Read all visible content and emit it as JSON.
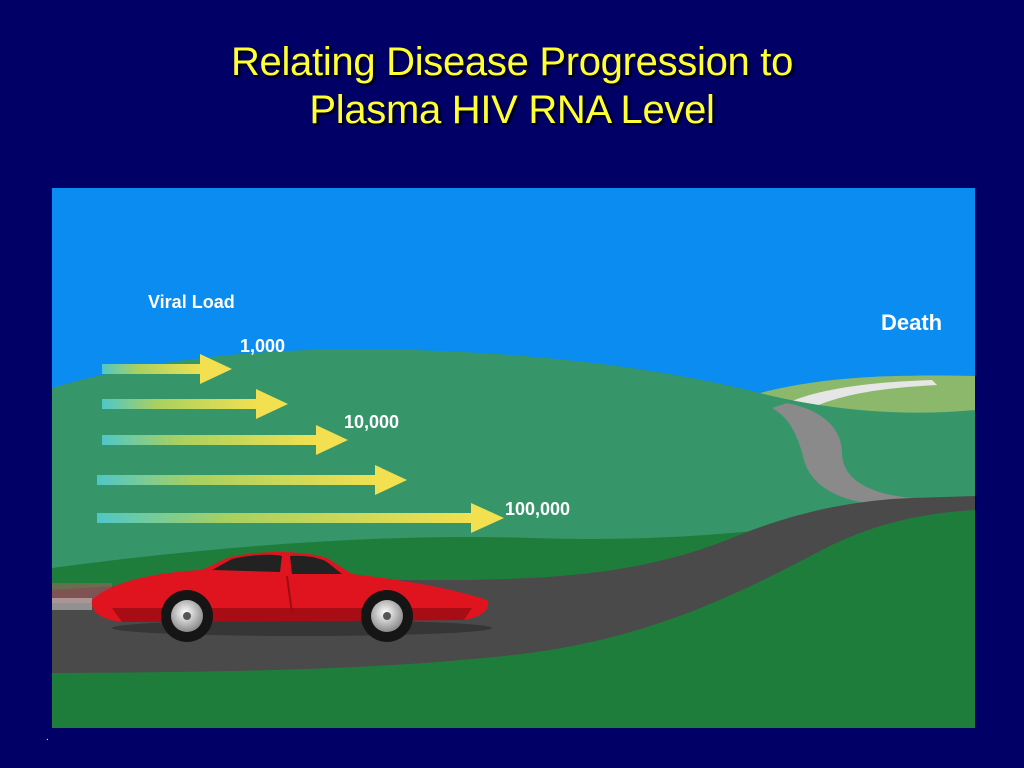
{
  "slide": {
    "title_line1": "Relating Disease Progression to",
    "title_line2": "Plasma HIV RNA Level",
    "footer_mark": "."
  },
  "diagram": {
    "heading": "Viral Load",
    "levels": [
      "1,000",
      "10,000",
      "100,000"
    ],
    "endpoint": "Death"
  },
  "colors": {
    "background": "#000066",
    "title": "#ffff33",
    "sky": "#0a8cf0",
    "hill": "#36966a",
    "far_hill": "#8cb86c",
    "foreground": "#1f7d3c",
    "road": "#4a4a4a",
    "arrow": "#f2e050",
    "car": "#e0141e"
  },
  "icons": [
    "speed-arrow",
    "red-sports-car",
    "winding-road"
  ]
}
